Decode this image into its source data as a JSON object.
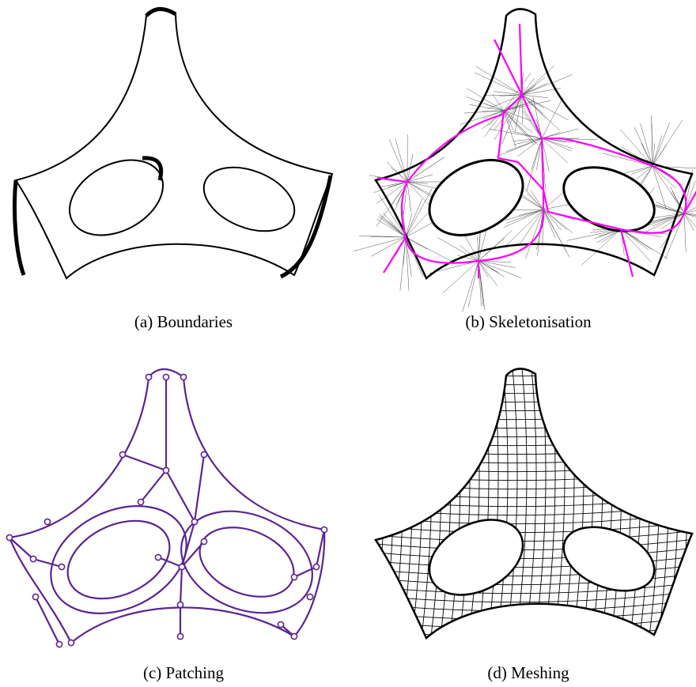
{
  "figure": {
    "panels": [
      {
        "id": "a",
        "caption": "(a) Boundaries"
      },
      {
        "id": "b",
        "caption": "(b) Skeletonisation"
      },
      {
        "id": "c",
        "caption": "(c) Patching"
      },
      {
        "id": "d",
        "caption": "(d) Meshing"
      }
    ]
  },
  "colors": {
    "boundary": "#000000",
    "skeleton": "#ff00ff",
    "patch": "#5b2590",
    "background": "#ffffff"
  }
}
